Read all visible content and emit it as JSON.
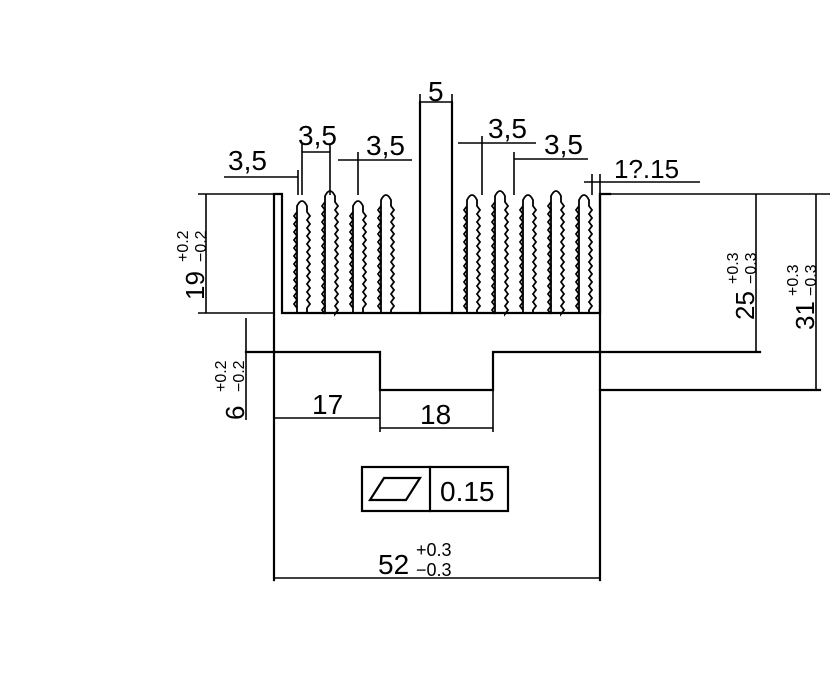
{
  "drawing": {
    "fin_spacing_labels": [
      "3,5",
      "3,5",
      "3,5",
      "3,5",
      "3,5"
    ],
    "center_fin_width": "5",
    "fin_thickness": "1?.15",
    "base_left_length": "17",
    "base_groove_width": "18",
    "overall_width": {
      "nominal": "52",
      "upper": "+0.3",
      "lower": "−0.3"
    },
    "left_fin_height": {
      "nominal": "19",
      "upper": "+0.2",
      "lower": "−0.2"
    },
    "base_thickness": {
      "nominal": "6",
      "upper": "+0.2",
      "lower": "−0.2"
    },
    "right_height_inner": {
      "nominal": "25",
      "upper": "+0.3",
      "lower": "−0.3"
    },
    "right_height_outer": {
      "nominal": "31",
      "upper": "+0.3",
      "lower": "−0.3"
    },
    "flatness": {
      "symbol": "flatness-parallelogram",
      "value": "0.15"
    }
  }
}
